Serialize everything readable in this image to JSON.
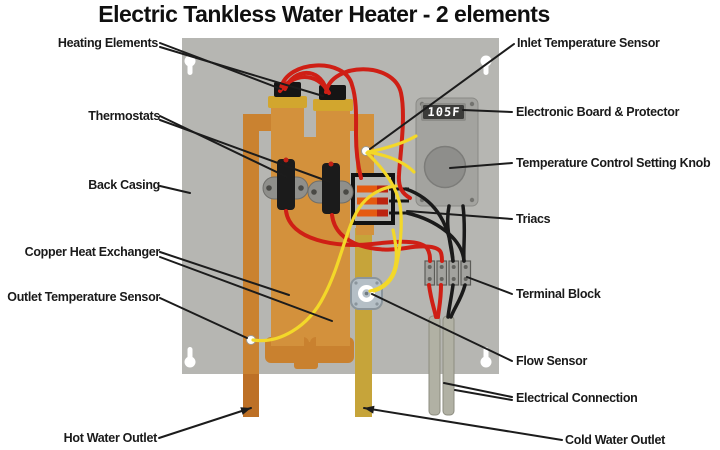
{
  "title": "Electric Tankless Water Heater - 2 elements",
  "display": {
    "value": "105F"
  },
  "labels": {
    "heating_elements": "Heating Elements",
    "thermostats": "Thermostats",
    "back_casing": "Back Casing",
    "copper_heat_exchanger": "Copper Heat Exchanger",
    "outlet_temperature_sensor": "Outlet Temperature Sensor",
    "hot_water_outlet": "Hot Water Outlet",
    "inlet_temperature_sensor": "Inlet Temperature Sensor",
    "electronic_board_protector": "Electronic Board & Protector",
    "temperature_control_setting_knob": "Temperature Control Setting Knob",
    "triacs": "Triacs",
    "terminal_block": "Terminal Block",
    "flow_sensor": "Flow Sensor",
    "electrical_connection": "Electrical Connection",
    "cold_water_outlet": "Cold Water Outlet"
  },
  "colors": {
    "casing": "#b6b6b2",
    "copper": "#d3913c",
    "copper_dark": "#ca8230",
    "copper_outlet": "#bd7026",
    "copper_joint": "#c9812f",
    "brass_collar": "#d2a62e",
    "cold_pipe": "#c6a43a",
    "wire_red": "#cf1f15",
    "wire_yellow": "#f3d829",
    "wire_black": "#1a1a1a",
    "board_gray": "#a3a39f",
    "display_bg": "#3b3b39",
    "display_text": "#ffffff",
    "triac_orange": "#e55a10",
    "triac_red": "#bc2410",
    "cable_gray": "#b1b1a4",
    "sensor_blue": "#b5bfc6",
    "line_black": "#1c1c1c"
  }
}
